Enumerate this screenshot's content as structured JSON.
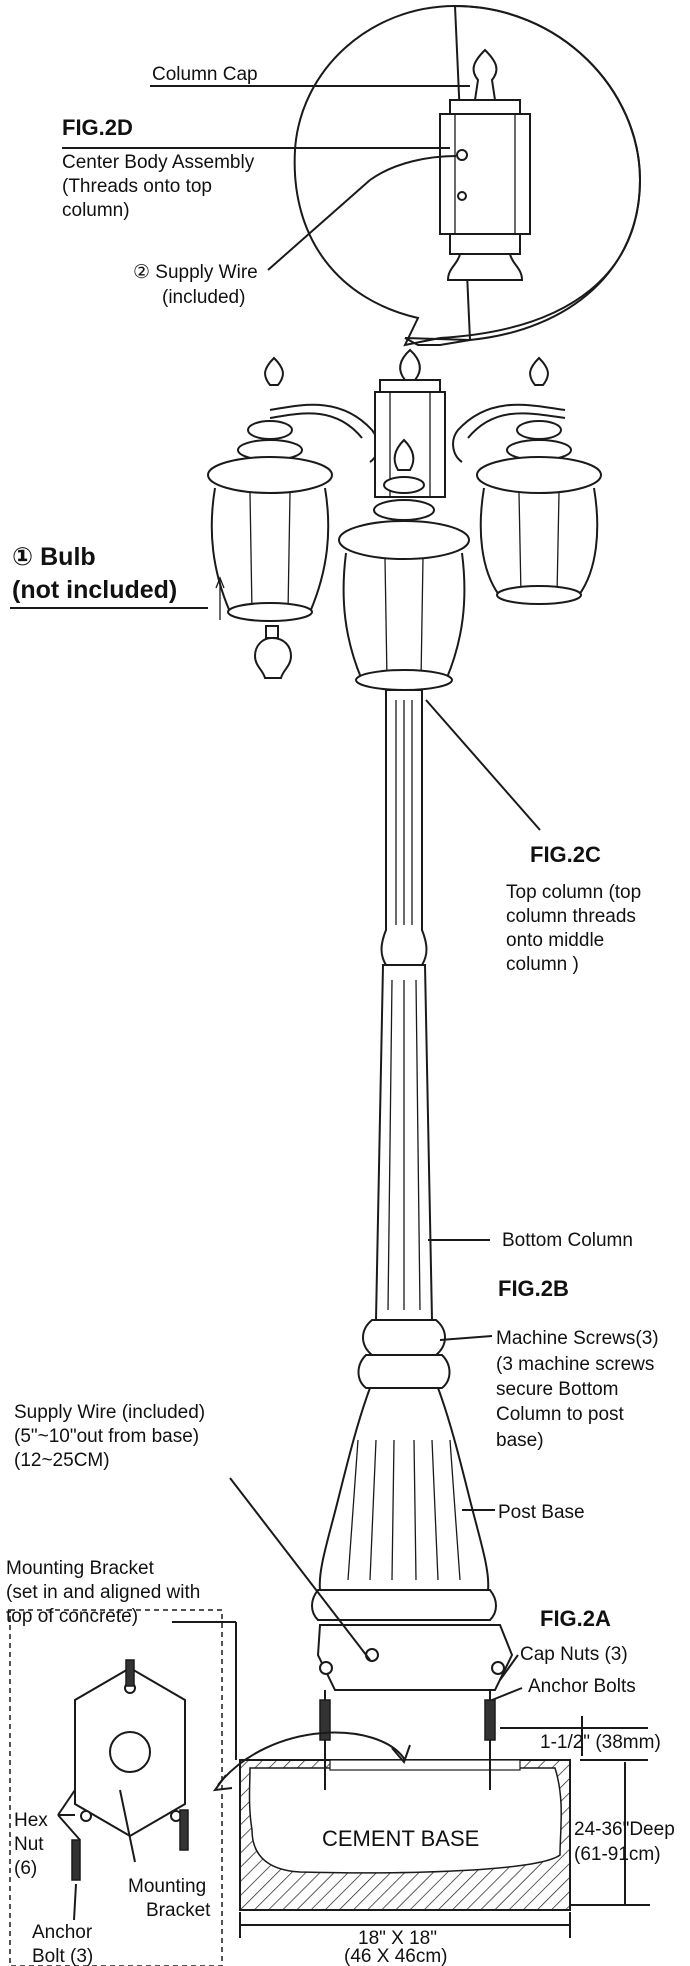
{
  "labels": {
    "column_cap": "Column Cap",
    "fig_2d": "FIG.2D",
    "center_body_line1": "Center Body Assembly",
    "center_body_line2": "(Threads onto top",
    "center_body_line3": "column)",
    "supply_wire_top_line1": "② Supply Wire",
    "supply_wire_top_line2": "(included)",
    "bulb_line1": "① Bulb",
    "bulb_line2": "(not included)",
    "fig_2c": "FIG.2C",
    "top_column_line1": "Top column (top",
    "top_column_line2": "column threads",
    "top_column_line3": "onto middle",
    "top_column_line4": "column )",
    "bottom_column": "Bottom Column",
    "fig_2b": "FIG.2B",
    "machine_screws_line1": "Machine Screws(3)",
    "machine_screws_line2": "(3 machine screws",
    "machine_screws_line3": "secure Bottom",
    "machine_screws_line4": "Column to post",
    "machine_screws_line5": "base)",
    "supply_wire_bottom_line1": "Supply Wire (included)",
    "supply_wire_bottom_line2": "(5\"~10\"out from base)",
    "supply_wire_bottom_line3": "(12~25CM)",
    "post_base": "Post Base",
    "mounting_bracket_line1": "Mounting Bracket",
    "mounting_bracket_line2": "(set in and aligned with",
    "mounting_bracket_line3": "top of concrete)",
    "fig_2a": "FIG.2A",
    "cap_nuts": "Cap Nuts (3)",
    "anchor_bolts": "Anchor Bolts",
    "depth_above": "1-1/2\" (38mm)",
    "deep_line1": "24-36\"Deep",
    "deep_line2": "(61-91cm)",
    "cement_base": "CEMENT BASE",
    "hex_nut_line1": "Hex",
    "hex_nut_line2": "Nut",
    "hex_nut_line3": "(6)",
    "inset_bracket_line1": "Mounting",
    "inset_bracket_line2": "Bracket",
    "anchor_bolt_inset_line1": "Anchor",
    "anchor_bolt_inset_line2": "Bolt (3)",
    "dim_width_line1": "18\" X 18\"",
    "dim_width_line2": "(46 X 46cm)"
  }
}
